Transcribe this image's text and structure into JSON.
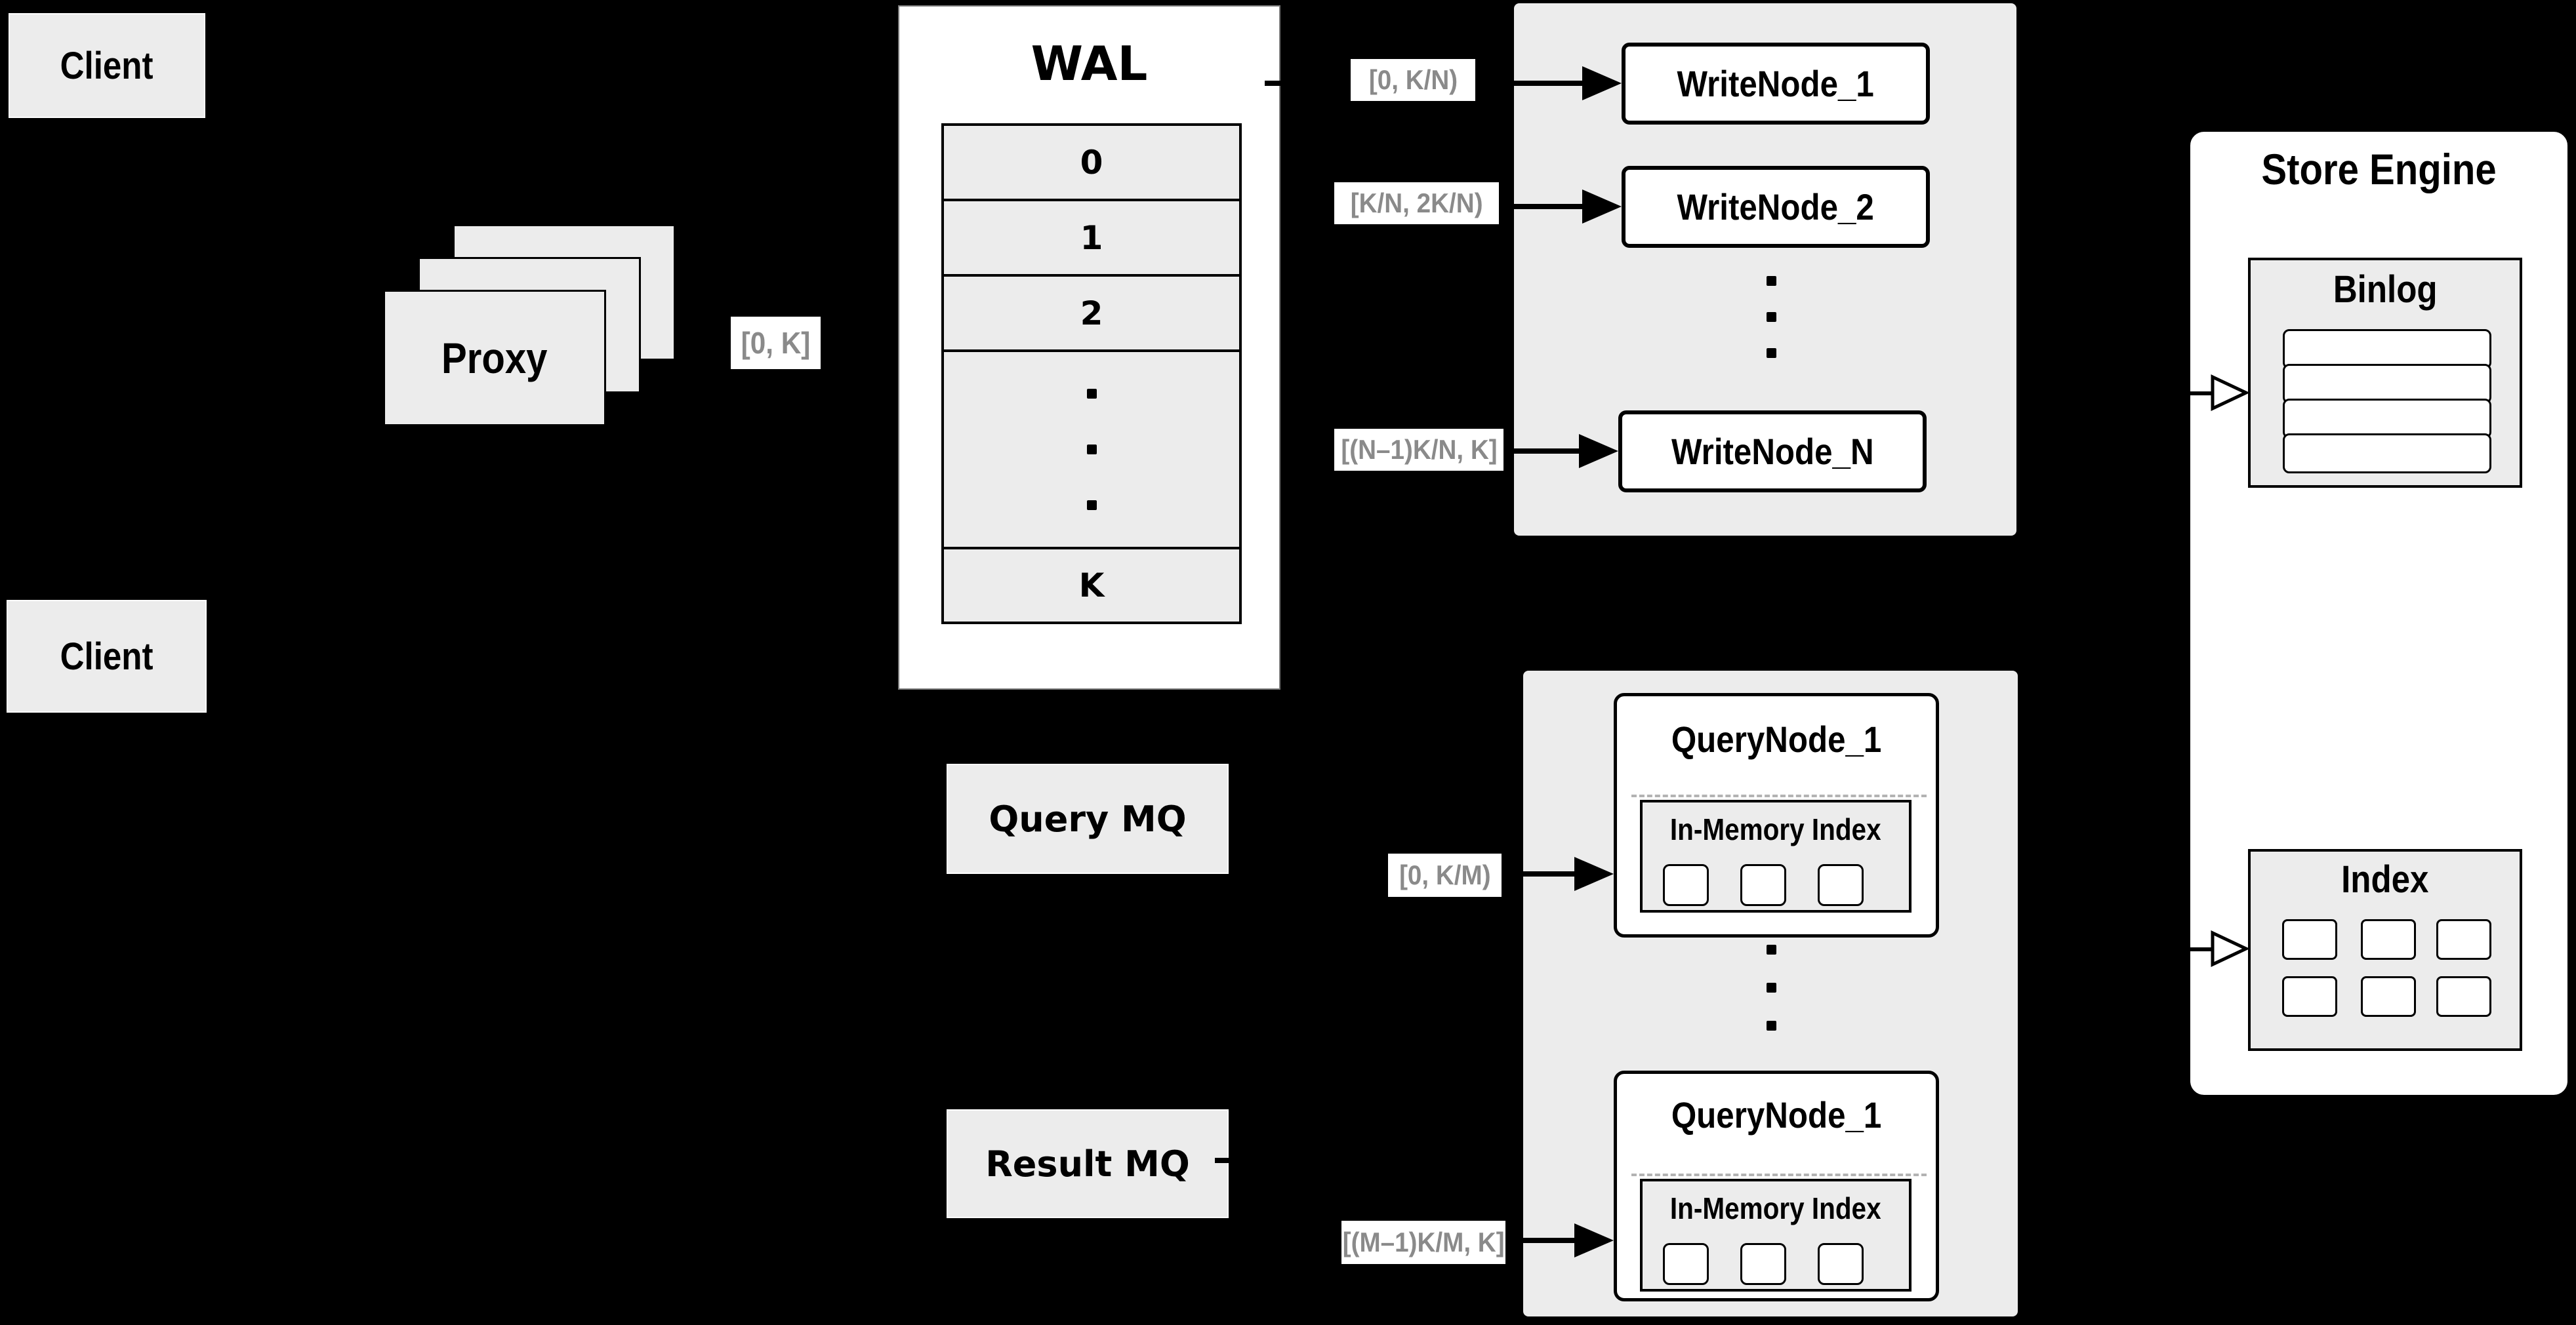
{
  "diagram": {
    "clients": {
      "top": "Client",
      "bottom": "Client"
    },
    "proxy": {
      "label": "Proxy",
      "range_label": "[0, K]"
    },
    "wal": {
      "title": "WAL",
      "rows": [
        "0",
        "1",
        "2",
        "K"
      ]
    },
    "write_group": {
      "nodes": [
        "WriteNode_1",
        "WriteNode_2",
        "WriteNode_N"
      ],
      "ranges": [
        "[0, K/N)",
        "[K/N, 2K/N)",
        "[(N–1)K/N, K]"
      ]
    },
    "query_group": {
      "nodes": [
        "QueryNode_1",
        "QueryNode_1"
      ],
      "inner_title": "In-Memory Index",
      "ranges": [
        "[0, K/M)",
        "[(M–1)K/M, K]"
      ]
    },
    "mq": {
      "query": "Query MQ",
      "result": "Result MQ"
    },
    "store": {
      "title": "Store Engine",
      "binlog": "Binlog",
      "index": "Index"
    },
    "colors": {
      "background": "#000000",
      "box_gray": "#ececec",
      "box_white": "#ffffff",
      "line_black": "#000000",
      "label_text_gray": "#8a8a8a",
      "dashed_separator": "#b3b3b3"
    }
  }
}
